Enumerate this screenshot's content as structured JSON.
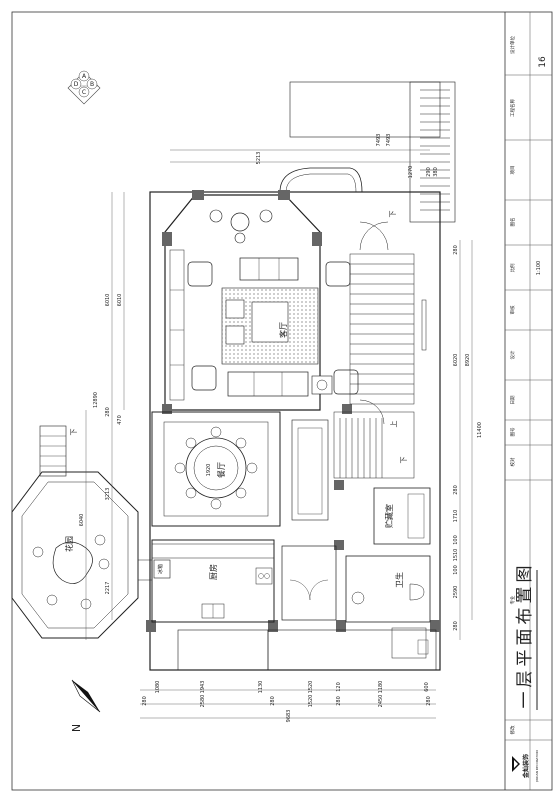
{
  "drawing": {
    "title": "一层平面布置图",
    "sheet_number": "16",
    "north_label": "N",
    "compass_letters": [
      "A",
      "B",
      "C",
      "D"
    ],
    "company_cn": "金灿装饰",
    "company_en": "JINCAN DECORATION",
    "scale": "1:100"
  },
  "rooms": {
    "living_room": "客厅",
    "dining_room": "餐厅",
    "kitchen": "厨房",
    "storage": "贮藏室",
    "bathroom": "卫生",
    "garden": "花园"
  },
  "labels": {
    "down_1": "下",
    "down_2": "下",
    "down_3": "下",
    "up_1": "上",
    "fridge": "冰箱",
    "carpet_size": "1920"
  },
  "dimensions": {
    "right_upper": [
      "6010",
      "6010"
    ],
    "right_mid": [
      "280",
      "280",
      "470",
      "12890"
    ],
    "left_low": [
      "2217",
      "6040",
      "3213"
    ],
    "top": [
      "5213",
      "7493",
      "7493",
      "290",
      "1270",
      "380"
    ],
    "stair_right": [
      "280",
      "6020",
      "8920",
      "11400"
    ],
    "right_lower": [
      "280",
      "1710",
      "100",
      "1510",
      "100",
      "2590",
      "280"
    ],
    "bottom_row1": [
      "1080",
      "1943",
      "1130",
      "1520",
      "120",
      "1180",
      "600"
    ],
    "bottom_row2": [
      "280",
      "2580",
      "280",
      "1520",
      "280",
      "2450",
      "280"
    ],
    "bottom_total": "9683"
  },
  "title_block": {
    "cells": [
      "设计单位",
      "工程名称",
      "项目",
      "图名",
      "比例",
      "审核",
      "设计",
      "日期",
      "图号",
      "校对",
      "专业",
      "修改"
    ]
  }
}
